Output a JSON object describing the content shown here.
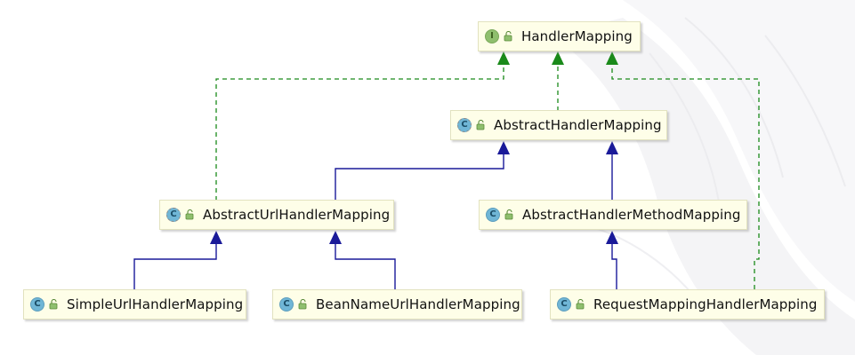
{
  "colors": {
    "implements_edge": "#1a8a1a",
    "extends_edge": "#1a1a99",
    "node_fill": "#fefee8",
    "interface_badge": "#8fbf6e",
    "class_badge": "#70b6d6"
  },
  "nodes": {
    "handler_mapping": {
      "name": "HandlerMapping",
      "badge": "I",
      "kind": "interface"
    },
    "abstract_handler_mapping": {
      "name": "AbstractHandlerMapping",
      "badge": "C",
      "kind": "abstract-class"
    },
    "abstract_url_handler_mapping": {
      "name": "AbstractUrlHandlerMapping",
      "badge": "C",
      "kind": "abstract-class"
    },
    "abstract_handler_method_mapping": {
      "name": "AbstractHandlerMethodMapping",
      "badge": "C",
      "kind": "abstract-class"
    },
    "simple_url_handler_mapping": {
      "name": "SimpleUrlHandlerMapping",
      "badge": "C",
      "kind": "class"
    },
    "bean_name_url_handler_mapping": {
      "name": "BeanNameUrlHandlerMapping",
      "badge": "C",
      "kind": "class"
    },
    "request_mapping_handler_mapping": {
      "name": "RequestMappingHandlerMapping",
      "badge": "C",
      "kind": "class"
    }
  },
  "edges": [
    {
      "from": "abstract_handler_mapping",
      "to": "handler_mapping",
      "type": "implements"
    },
    {
      "from": "abstract_url_handler_mapping",
      "to": "handler_mapping",
      "type": "implements"
    },
    {
      "from": "request_mapping_handler_mapping",
      "to": "handler_mapping",
      "type": "implements"
    },
    {
      "from": "abstract_url_handler_mapping",
      "to": "abstract_handler_mapping",
      "type": "extends"
    },
    {
      "from": "abstract_handler_method_mapping",
      "to": "abstract_handler_mapping",
      "type": "extends"
    },
    {
      "from": "simple_url_handler_mapping",
      "to": "abstract_url_handler_mapping",
      "type": "extends"
    },
    {
      "from": "bean_name_url_handler_mapping",
      "to": "abstract_url_handler_mapping",
      "type": "extends"
    },
    {
      "from": "request_mapping_handler_mapping",
      "to": "abstract_handler_method_mapping",
      "type": "extends"
    }
  ]
}
